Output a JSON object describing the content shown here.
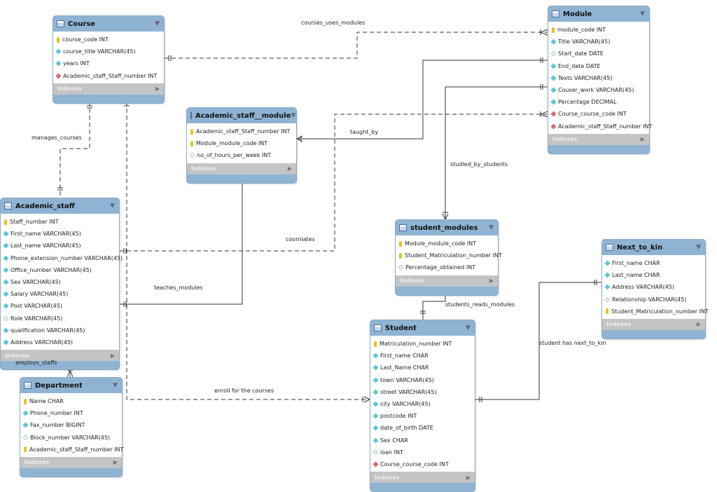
{
  "tables": [
    {
      "id": "course",
      "name": "Course",
      "columns": [
        {
          "kind": "key",
          "text": "course_code INT"
        },
        {
          "kind": "col",
          "text": "course_title VARCHAR(45)"
        },
        {
          "kind": "col",
          "text": "years INT"
        },
        {
          "kind": "fk",
          "text": "Academic_staff_Staff_number INT"
        }
      ],
      "indexes": "Indexes"
    },
    {
      "id": "academic_staff_module",
      "name": "Academic_staff__module",
      "columns": [
        {
          "kind": "key",
          "text": "Academic_staff_Staff_number INT"
        },
        {
          "kind": "key",
          "text": "Module_module_code INT"
        },
        {
          "kind": "nul",
          "text": "no_of_hours_per_week INT"
        }
      ],
      "indexes": "Indexes"
    },
    {
      "id": "module",
      "name": "Module",
      "columns": [
        {
          "kind": "key",
          "text": "module_code INT"
        },
        {
          "kind": "col",
          "text": "Title VARCHAR(45)"
        },
        {
          "kind": "nul",
          "text": "Start_date DATE"
        },
        {
          "kind": "col",
          "text": "End_date DATE"
        },
        {
          "kind": "col",
          "text": "Texts VARCHAR(45)"
        },
        {
          "kind": "col",
          "text": "Couser_work VARCHAR(45)"
        },
        {
          "kind": "col",
          "text": "Percentage DECIMAL"
        },
        {
          "kind": "fk",
          "text": "Course_course_code INT"
        },
        {
          "kind": "fk",
          "text": "Academic_staff_Staff_number INT"
        }
      ],
      "indexes": "Indexes"
    },
    {
      "id": "academic_staff",
      "name": "Academic_staff",
      "columns": [
        {
          "kind": "key",
          "text": "Staff_number INT"
        },
        {
          "kind": "col",
          "text": "First_name VARCHAR(45)"
        },
        {
          "kind": "col",
          "text": "Last_name VARCHAR(45)"
        },
        {
          "kind": "col",
          "text": "Phone_extension_number VARCHAR(45)"
        },
        {
          "kind": "col",
          "text": "Office_number VARCHAR(45)"
        },
        {
          "kind": "col",
          "text": "Sex VARCHAR(45)"
        },
        {
          "kind": "col",
          "text": "Salary VARCHAR(45)"
        },
        {
          "kind": "col",
          "text": "Post VARCHAR(45)"
        },
        {
          "kind": "nul",
          "text": "Role VARCHAR(45)"
        },
        {
          "kind": "col",
          "text": "qualification VARCHAR(45)"
        },
        {
          "kind": "col",
          "text": "Address VARCHAR(45)"
        }
      ],
      "indexes": "Indexes"
    },
    {
      "id": "student_modules",
      "name": "student_modules",
      "columns": [
        {
          "kind": "key",
          "text": "Module_module_code INT"
        },
        {
          "kind": "key",
          "text": "Student_Matriculation_number INT"
        },
        {
          "kind": "nul",
          "text": "Percentage_obtained INT"
        }
      ],
      "indexes": "Indexes"
    },
    {
      "id": "next_to_kin",
      "name": "Next_to_kin",
      "columns": [
        {
          "kind": "col",
          "text": "First_name CHAR"
        },
        {
          "kind": "col",
          "text": "Last_name CHAR"
        },
        {
          "kind": "col",
          "text": "Address VARCHAR(45)"
        },
        {
          "kind": "nul",
          "text": "Relationship VARCHAR(45)"
        },
        {
          "kind": "key",
          "text": "Student_Matriculation_number INT"
        }
      ],
      "indexes": "Indexes"
    },
    {
      "id": "student",
      "name": "Student",
      "columns": [
        {
          "kind": "key",
          "text": "Matriculation_number INT"
        },
        {
          "kind": "col",
          "text": "First_name CHAR"
        },
        {
          "kind": "col",
          "text": "Last_Name CHAR"
        },
        {
          "kind": "col",
          "text": "town VARCHAR(45)"
        },
        {
          "kind": "col",
          "text": "street VARCHAR(45)"
        },
        {
          "kind": "col",
          "text": "city VARCHAR(45)"
        },
        {
          "kind": "col",
          "text": "postcode INT"
        },
        {
          "kind": "col",
          "text": "date_of_birth DATE"
        },
        {
          "kind": "col",
          "text": "Sex CHAR"
        },
        {
          "kind": "nul",
          "text": "loan INT"
        },
        {
          "kind": "fk",
          "text": "Course_course_code INT"
        }
      ],
      "indexes": "Indexes"
    },
    {
      "id": "department",
      "name": "Department",
      "columns": [
        {
          "kind": "key",
          "text": "Name CHAR"
        },
        {
          "kind": "col",
          "text": "Phone_number INT"
        },
        {
          "kind": "col",
          "text": "Fax_number BIGINT"
        },
        {
          "kind": "nul",
          "text": "Block_number VARCHAR(45)"
        },
        {
          "kind": "key",
          "text": "Academic_staff_Staff_number INT"
        }
      ],
      "indexes": "Indexes"
    }
  ],
  "relationships": {
    "courses_uses_modules": "courses_uses_modules",
    "taught_by": "taught_by",
    "coorniates": "coorniates",
    "studied_by_students": "studied_by_students",
    "manages_courses": "manages_courses",
    "teaches_modules": "teaches_modules",
    "employs_staffs": "employs_staffs",
    "enroll_for_the_courses": "enroll for the courses",
    "students_reads_modules": "students_reads_modules",
    "student_has_next_to_kin": "student has next_to_kin"
  }
}
